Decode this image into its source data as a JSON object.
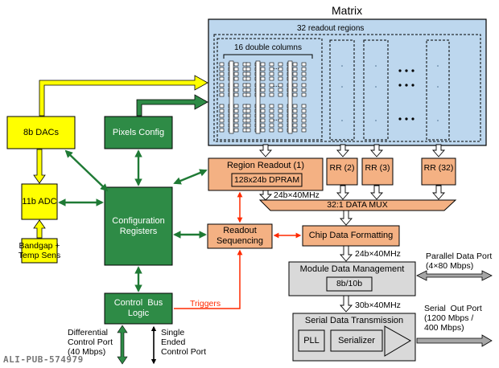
{
  "matrix": {
    "title": "Matrix",
    "regions_label": "32 readout regions",
    "columns_label": "16 double columns",
    "ellipsis": "..."
  },
  "blocks": {
    "dacs": "8b DACs",
    "pixels_config": "Pixels Config",
    "adc": "11b ADC",
    "bandgap": "Bandgap +\nTemp Sens",
    "config_registers": "Configuration\nRegisters",
    "control_bus": "Control  Bus\nLogic",
    "region_readout": "Region Readout (1)",
    "dpram": "128x24b DPRAM",
    "rr2": "RR (2)",
    "rr3": "RR (3)",
    "rr32": "RR (32)",
    "data_mux": "32:1 DATA MUX",
    "readout_sequencing": "Readout\nSequencing",
    "chip_data_formatting": "Chip Data Formatting",
    "module_data_management": "Module Data Management",
    "codec": "8b/10b",
    "serial_data_transmission": "Serial Data Transmission",
    "pll": "PLL",
    "serializer": "Serializer"
  },
  "labels": {
    "mux_rate": "24b×40MHz",
    "mdm_rate": "24b×40MHz",
    "sdt_rate": "30b×40MHz",
    "parallel_port": "Parallel Data Port\n(4×80 Mbps)",
    "serial_port": "Serial  Out Port\n(1200 Mbps /\n400 Mbps)",
    "triggers": "Triggers",
    "differential_port": "Differential\nControl Port\n(40 Mbps)",
    "single_port": "Single\nEnded\nControl Port"
  },
  "watermark": "ALI-PUB-574979",
  "colors": {
    "matrix_fill": "#bdd7ee",
    "green_block": "#2e8b46",
    "yellow_block": "#ffff00",
    "orange_block": "#f4b183",
    "gray_block": "#d9d9d9",
    "green_arrow": "#1f7a35",
    "red_arrow": "#ff2a00"
  }
}
